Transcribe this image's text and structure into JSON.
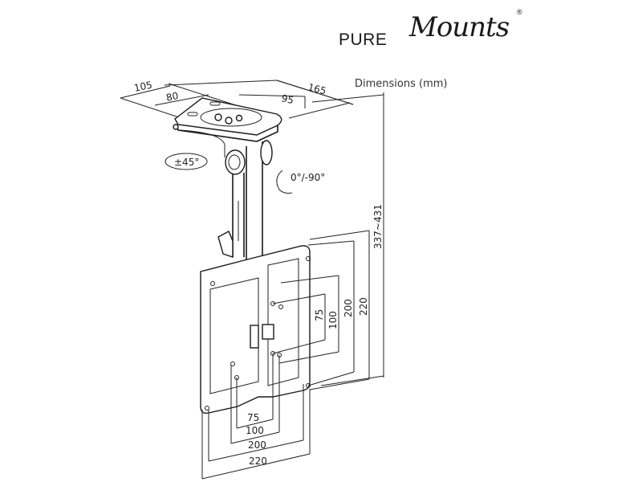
{
  "brand": {
    "logo_part1": "PURE",
    "logo_part2": "Mounts",
    "registered_mark": "®"
  },
  "diagram": {
    "title": "Dimensions (mm)",
    "ceiling_plate": {
      "depth_outer": "105",
      "depth_inner": "80",
      "width_outer": "165",
      "width_inner": "95"
    },
    "swivel": "±45°",
    "tilt": "0°/-90°",
    "height_range": "337~431",
    "vesa_vertical": [
      "75",
      "100",
      "200",
      "220"
    ],
    "vesa_horizontal": [
      "75",
      "100",
      "200",
      "220"
    ]
  }
}
